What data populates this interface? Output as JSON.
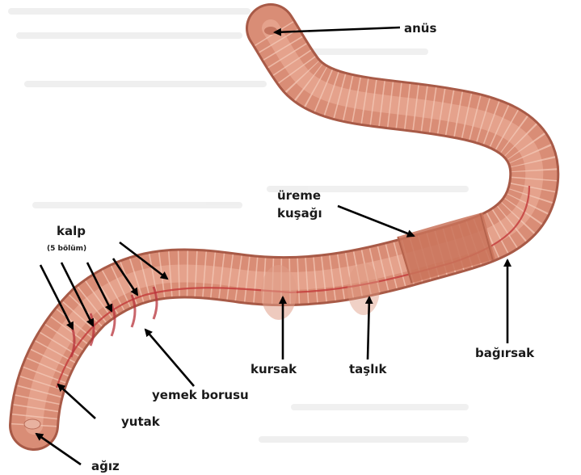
{
  "labels": {
    "anus": "anüs",
    "ureme_line1": "üreme",
    "ureme_line2": "kuşağı",
    "kalp": "kalp",
    "kalp_sub": "(5 bölüm)",
    "bagirsak": "bağırsak",
    "kursak": "kursak",
    "taslik": "taşlık",
    "yemek_borusu": "yemek borusu",
    "yutak": "yutak",
    "agiz": "ağız"
  },
  "colors": {
    "body_fill": "#d98d76",
    "body_dark": "#b9614c",
    "ring": "#eab2a0",
    "vessel": "#c23a3a",
    "clitellum": "#d27b63",
    "arrow": "#000000"
  }
}
